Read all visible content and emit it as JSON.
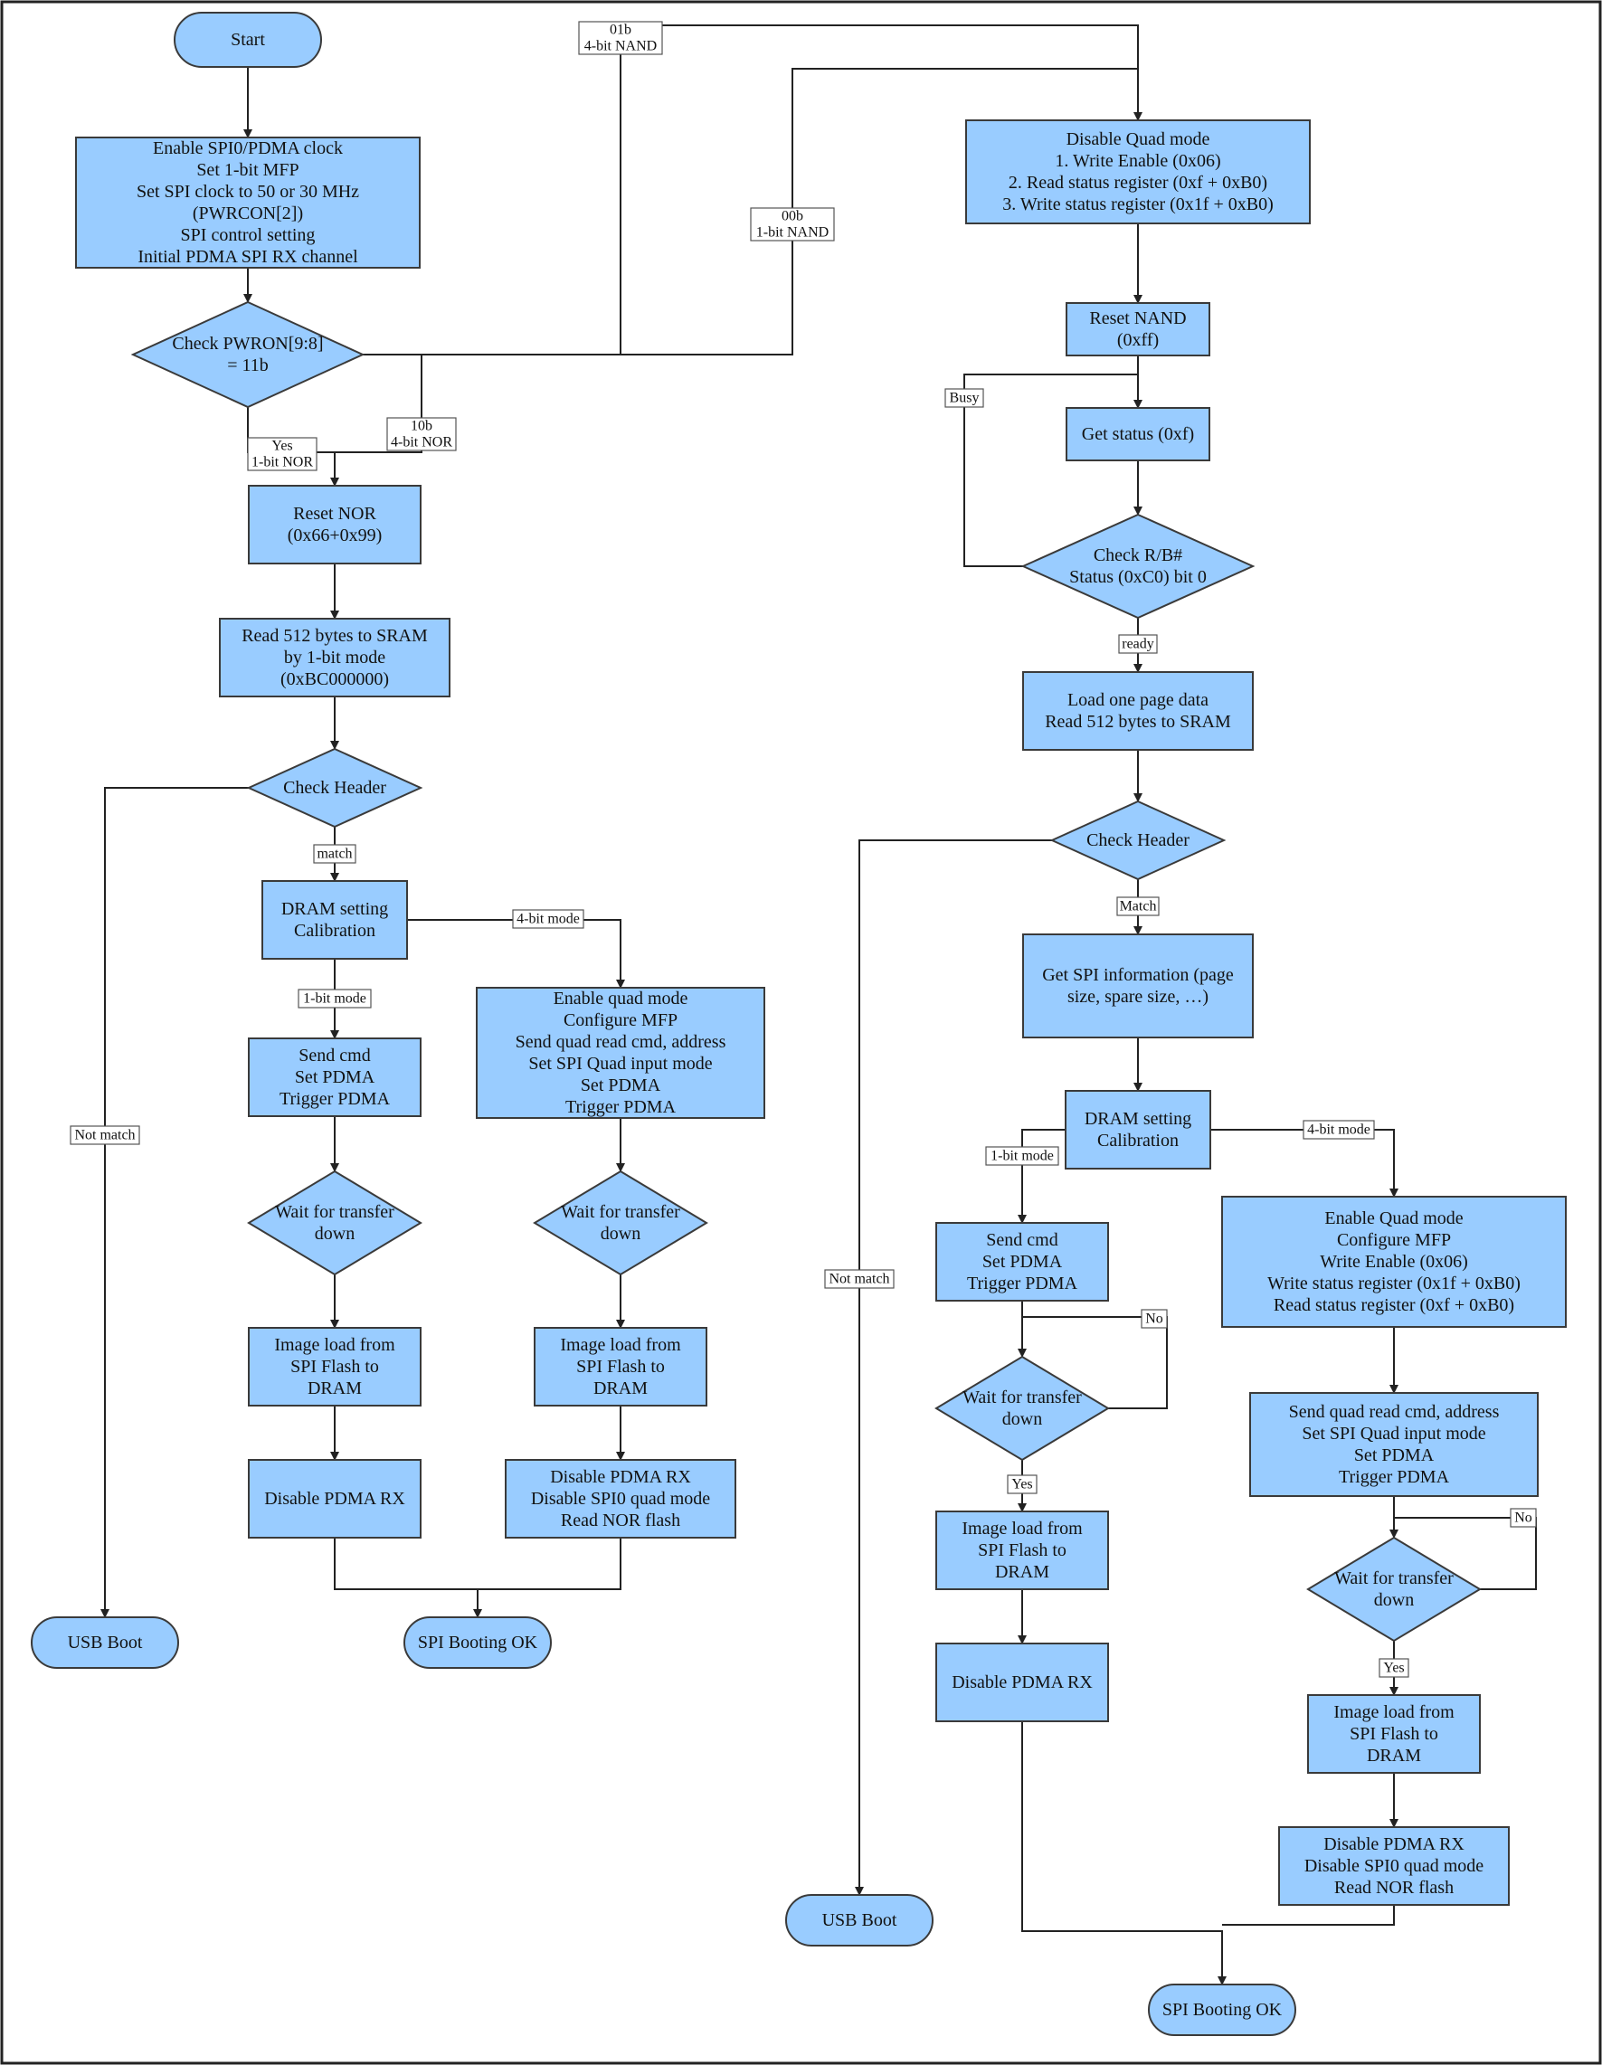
{
  "nodes": {
    "start": [
      "Start"
    ],
    "enable_clock": [
      "Enable SPI0/PDMA clock",
      "Set 1-bit MFP",
      "Set SPI clock to 50 or 30 MHz",
      "(PWRCON[2])",
      "SPI control setting",
      "Initial PDMA SPI RX channel"
    ],
    "check_pwron": [
      "Check PWRON[9:8]",
      "= 11b"
    ],
    "reset_nor": [
      "Reset NOR",
      "(0x66+0x99)"
    ],
    "read_512_nor": [
      "Read 512 bytes to SRAM",
      "by 1-bit mode",
      "(0xBC000000)"
    ],
    "check_header_nor": [
      "Check Header"
    ],
    "dram_nor": [
      "DRAM setting",
      "Calibration"
    ],
    "send_cmd_nor": [
      "Send cmd",
      "Set PDMA",
      "Trigger PDMA"
    ],
    "quad_nor": [
      "Enable quad mode",
      "Configure MFP",
      "Send quad read cmd, address",
      "Set SPI Quad input mode",
      "Set PDMA",
      "Trigger PDMA"
    ],
    "wait_nor_1": [
      "Wait for transfer",
      "down"
    ],
    "wait_nor_4": [
      "Wait for transfer",
      "down"
    ],
    "image_nor_1": [
      "Image load from",
      "SPI Flash to",
      "DRAM"
    ],
    "image_nor_4": [
      "Image load from",
      "SPI Flash to",
      "DRAM"
    ],
    "disable_nor_1": [
      "Disable PDMA RX"
    ],
    "disable_nor_4": [
      "Disable PDMA RX",
      "Disable SPI0 quad mode",
      "Read NOR flash"
    ],
    "usb_boot_1": [
      "USB Boot"
    ],
    "spi_ok_1": [
      "SPI Booting OK"
    ],
    "disable_quad_nand": [
      "Disable Quad mode",
      "1. Write Enable (0x06)",
      "2. Read status register (0xf + 0xB0)",
      "3. Write status register (0x1f + 0xB0)"
    ],
    "reset_nand": [
      "Reset NAND",
      "(0xff)"
    ],
    "get_status": [
      "Get status (0xf)"
    ],
    "check_rb": [
      "Check R/B#",
      "Status (0xC0) bit 0"
    ],
    "load_page": [
      "Load one page data",
      "Read 512 bytes to SRAM"
    ],
    "check_header_nand": [
      "Check Header"
    ],
    "get_spi_info": [
      "Get SPI information (page",
      "size, spare size, …)"
    ],
    "dram_nand": [
      "DRAM setting",
      "Calibration"
    ],
    "send_cmd_nand": [
      "Send cmd",
      "Set PDMA",
      "Trigger PDMA"
    ],
    "quad_nand": [
      "Enable Quad mode",
      "Configure MFP",
      "Write Enable (0x06)",
      "Write status register (0x1f + 0xB0)",
      "Read status register (0xf + 0xB0)"
    ],
    "wait_nand_1": [
      "Wait for transfer",
      "down"
    ],
    "image_nand_1": [
      "Image load from",
      "SPI Flash to",
      "DRAM"
    ],
    "disable_nand_1": [
      "Disable PDMA RX"
    ],
    "send_quad_nand": [
      "Send quad read cmd, address",
      "Set SPI Quad input mode",
      "Set PDMA",
      "Trigger PDMA"
    ],
    "wait_nand_4": [
      "Wait for transfer",
      "down"
    ],
    "image_nand_4": [
      "Image load from",
      "SPI Flash to",
      "DRAM"
    ],
    "disable_nand_4": [
      "Disable PDMA RX",
      "Disable SPI0 quad mode",
      "Read NOR flash"
    ],
    "usb_boot_2": [
      "USB Boot"
    ],
    "spi_ok_2": [
      "SPI Booting OK"
    ]
  },
  "edge_labels": {
    "l_01b": [
      "01b",
      "4-bit NAND"
    ],
    "l_00b": [
      "00b",
      "1-bit NAND"
    ],
    "l_yes_nor": [
      "Yes",
      "1-bit NOR"
    ],
    "l_10b": [
      "10b",
      "4-bit NOR"
    ],
    "l_busy": [
      "Busy"
    ],
    "l_ready": [
      "ready"
    ],
    "l_match_nor": [
      "match"
    ],
    "l_notmatch_1": [
      "Not match"
    ],
    "l_4bit_nor": [
      "4-bit mode"
    ],
    "l_1bit_nor": [
      "1-bit mode"
    ],
    "l_match_nand": [
      "Match"
    ],
    "l_notmatch_2": [
      "Not match"
    ],
    "l_1bit_nand": [
      "1-bit mode"
    ],
    "l_4bit_nand": [
      "4-bit mode"
    ],
    "l_no_1": [
      "No"
    ],
    "l_yes_1": [
      "Yes"
    ],
    "l_no_2": [
      "No"
    ],
    "l_yes_2": [
      "Yes"
    ]
  }
}
